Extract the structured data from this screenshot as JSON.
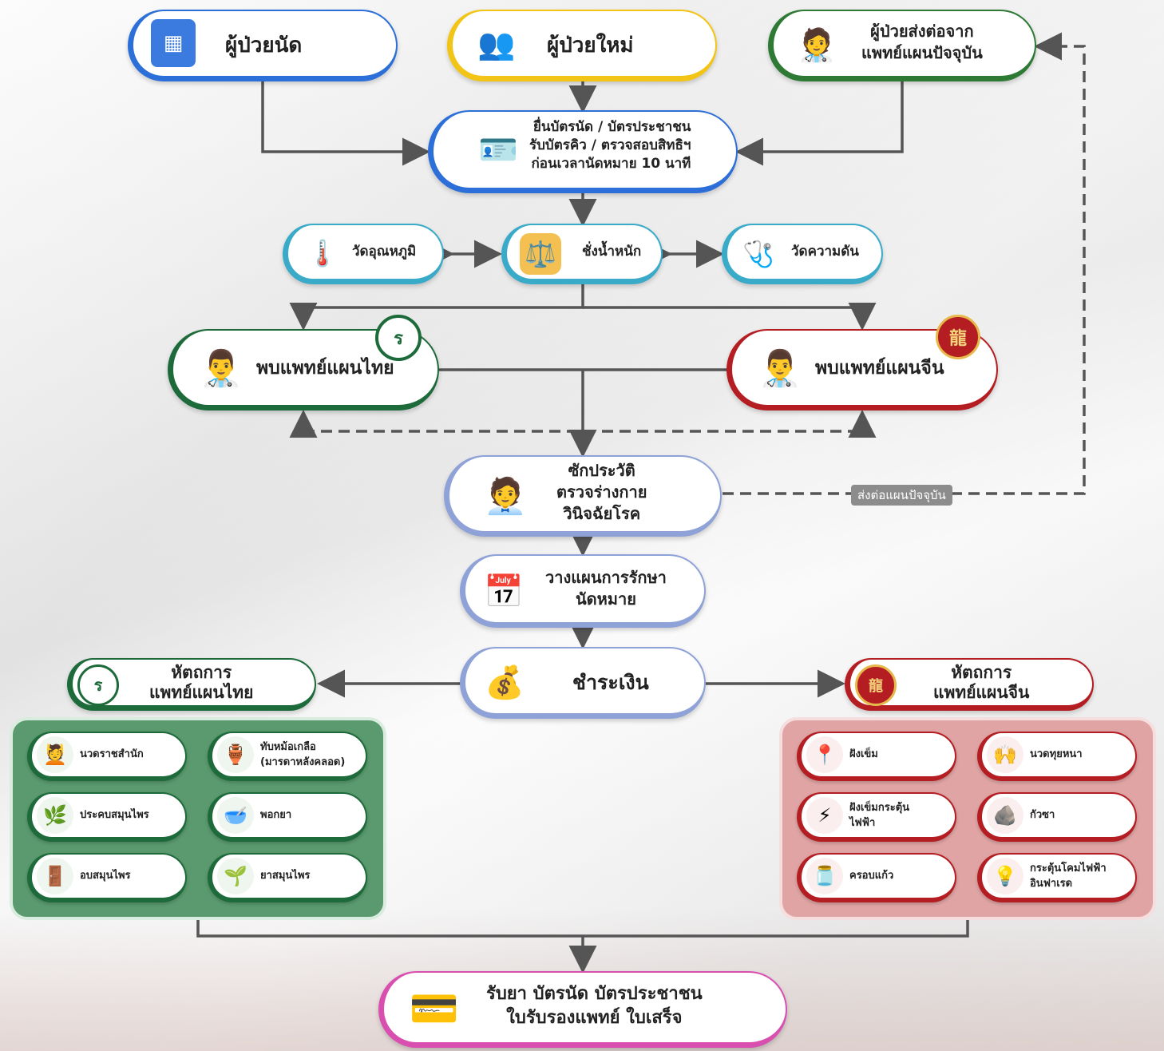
{
  "entries": {
    "appointment": "ผู้ป่วยนัด",
    "new_patient": "ผู้ป่วยใหม่",
    "referral_line1": "ผู้ป่วยส่งต่อจาก",
    "referral_line2": "แพทย์แผนปัจจุบัน"
  },
  "registration": {
    "line1": "ยื่นบัตรนัด / บัตรประชาชน",
    "line2": "รับบัตรคิว / ตรวจสอบสิทธิฯ",
    "line3": "ก่อนเวลานัดหมาย 10 นาที"
  },
  "vitals": {
    "temperature": "วัดอุณหภูมิ",
    "weight": "ชั่งน้ำหนัก",
    "pressure": "วัดความดัน"
  },
  "doctors": {
    "thai": "พบแพทย์แผนไทย",
    "chinese": "พบแพทย์แผนจีน"
  },
  "exam": {
    "line1": "ซักประวัติ",
    "line2": "ตรวจร่างกาย",
    "line3": "วินิจฉัยโรค",
    "refer_label": "ส่งต่อแผนปัจจุบัน"
  },
  "plan": {
    "line1": "วางแผนการรักษา",
    "line2": "นัดหมาย"
  },
  "payment": "ชำระเงิน",
  "procedures": {
    "thai_line1": "หัตถการ",
    "thai_line2": "แพทย์แผนไทย",
    "chinese_line1": "หัตถการ",
    "chinese_line2": "แพทย์แผนจีน"
  },
  "thai_services": [
    {
      "label": "นวดราชสำนัก",
      "icon": "massage-icon"
    },
    {
      "label": "ทับหม้อเกลือ\n(มารดาหลังคลอด)",
      "icon": "salt-pot-icon"
    },
    {
      "label": "ประคบสมุนไพร",
      "icon": "herbal-compress-icon"
    },
    {
      "label": "พอกยา",
      "icon": "herb-poultice-icon"
    },
    {
      "label": "อบสมุนไพร",
      "icon": "sauna-icon"
    },
    {
      "label": "ยาสมุนไพร",
      "icon": "herbal-medicine-icon"
    }
  ],
  "chinese_services": [
    {
      "label": "ฝังเข็ม",
      "icon": "acupuncture-icon"
    },
    {
      "label": "นวดทุยหนา",
      "icon": "tuina-icon"
    },
    {
      "label": "ฝังเข็มกระตุ้น\nไฟฟ้า",
      "icon": "electro-acupuncture-icon"
    },
    {
      "label": "กัวซา",
      "icon": "guasha-icon"
    },
    {
      "label": "ครอบแก้ว",
      "icon": "cupping-icon"
    },
    {
      "label": "กระตุ้นโคมไฟฟ้า\nอินฟาเรด",
      "icon": "infrared-lamp-icon"
    }
  ],
  "final": {
    "line1": "รับยา บัตรนัด บัตรประชาชน",
    "line2": "ใบรับรองแพทย์ ใบเสร็จ"
  },
  "colors": {
    "blue": "#2d6fd8",
    "yellow": "#f2c416",
    "green": "#2e7a35",
    "teal": "#3aaac9",
    "thai_green": "#1d6a3a",
    "chinese_red": "#b41e23",
    "lavender": "#8ea2d8",
    "pink": "#d94fb0",
    "connector": "#555555"
  }
}
